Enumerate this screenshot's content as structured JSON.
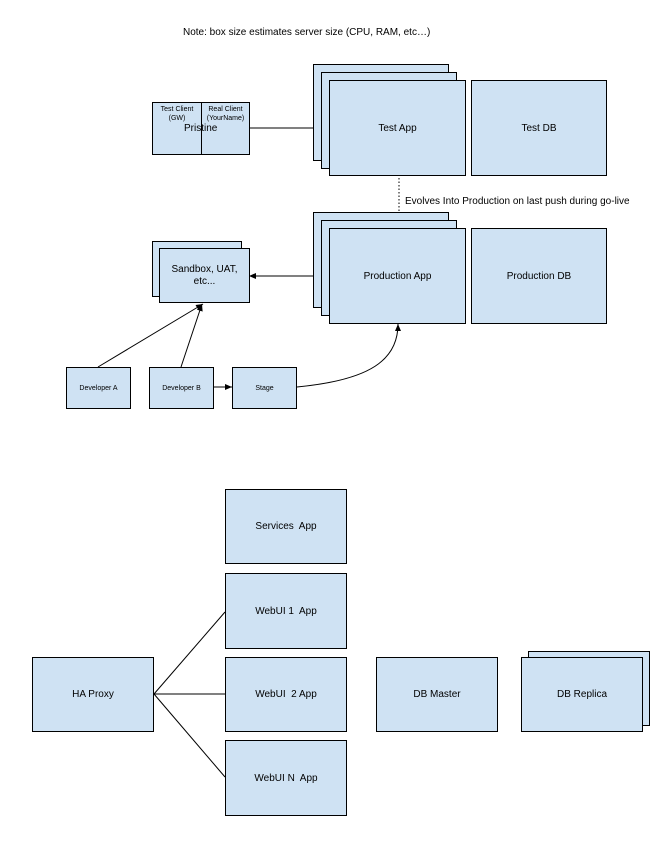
{
  "note": "Note: box size estimates server size (CPU, RAM, etc…)",
  "evolve_label": "Evolves Into Production on last push during go-live",
  "pristine": {
    "label": "Pristine",
    "test_client": "Test Client\n(GW)",
    "real_client": "Real Client\n(YourName)"
  },
  "test_app": "Test App",
  "test_db": "Test DB",
  "production_app": "Production App",
  "production_db": "Production DB",
  "sandbox": "Sandbox, UAT,\netc...",
  "developer_a": "Developer A",
  "developer_b": "Developer B",
  "stage": "Stage",
  "services_app": "Services  App",
  "webui_1": "WebUI 1  App",
  "webui_2": "WebUI  2 App",
  "webui_n": "WebUI N  App",
  "ha_proxy": "HA Proxy",
  "db_master": "DB Master",
  "db_replica": "DB Replica",
  "colors": {
    "box_fill": "#cfe2f3",
    "stroke": "#000000"
  }
}
